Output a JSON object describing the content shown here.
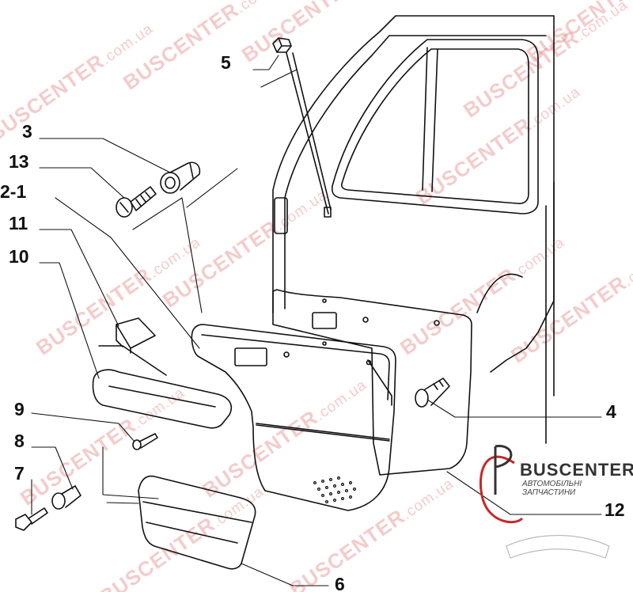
{
  "callouts": {
    "c3": "3",
    "c13": "13",
    "c2_1": "2-1",
    "c11": "11",
    "c10": "10",
    "c5": "5",
    "c4": "4",
    "c9": "9",
    "c8": "8",
    "c7": "7",
    "c6": "6",
    "c12": "12"
  },
  "watermark": {
    "brand": "BUSCENTER",
    "domain": ".com.ua"
  },
  "logo": {
    "name": "BUSCENTER",
    "tagline": "АВТОМОБІЛЬНІ ЗАПЧАСТИНИ",
    "accent": "#c62828"
  },
  "colors": {
    "line": "#111111",
    "watermark": "#e68c8c"
  }
}
